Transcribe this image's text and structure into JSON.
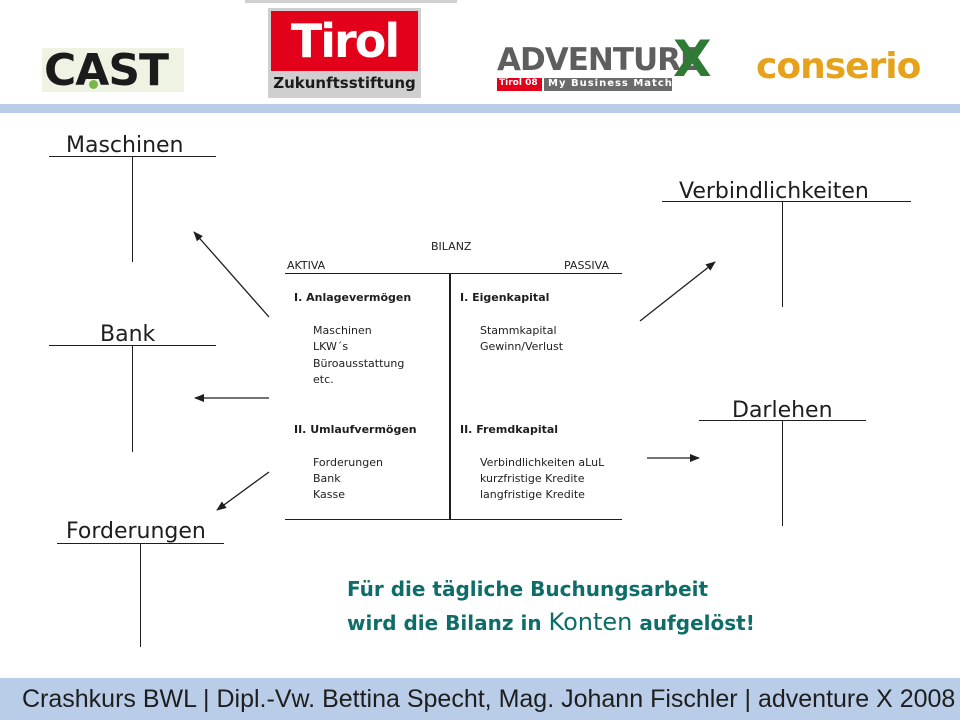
{
  "logos": {
    "cast": "CAST",
    "tirol_word": "Tirol",
    "tirol_sub": "Zukunftsstiftung",
    "adventure_word": "ADVENTURE",
    "adventure_x": "X",
    "adventure_strip": "Tirol 08",
    "adventure_match": "My Business Match",
    "conserio": "conserio"
  },
  "accounts": {
    "maschinen": "Maschinen",
    "bank": "Bank",
    "forderungen": "Forderungen",
    "verbindlichkeiten": "Verbindlichkeiten",
    "darlehen": "Darlehen"
  },
  "bilanz": {
    "title": "BILANZ",
    "aktiva": "AKTIVA",
    "passiva": "PASSIVA",
    "left": {
      "h1": "I.  Anlagevermögen",
      "items1": [
        "Maschinen",
        "LKW´s",
        "Büroausstattung",
        "etc."
      ],
      "h2": "II.  Umlaufvermögen",
      "items2": [
        "Forderungen",
        "Bank",
        "Kasse"
      ]
    },
    "right": {
      "h1": "I.  Eigenkapital",
      "items1": [
        "Stammkapital",
        "Gewinn/Verlust"
      ],
      "h2": "II.  Fremdkapital",
      "items2": [
        "Verbindlichkeiten aLuL",
        "kurzfristige Kredite",
        "langfristige Kredite"
      ]
    }
  },
  "message": {
    "line1": "Für die tägliche Buchungsarbeit",
    "line2_prefix": "wird die Bilanz in ",
    "line2_emph": "Konten",
    "line2_suffix": " aufgelöst!"
  },
  "footer": "Crashkurs BWL  |  Dipl.-Vw. Bettina Specht, Mag. Johann Fischler  |  adventure X 2008",
  "colors": {
    "accent_blue": "#b9cde8",
    "message_teal": "#0f6d69",
    "tirol_red": "#e2001a",
    "conserio_orange": "#e6a21b",
    "adventure_green": "#2f7b35"
  }
}
